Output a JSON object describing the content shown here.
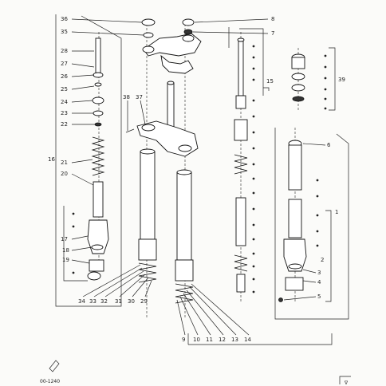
{
  "diagram": {
    "part_numbers_left": [
      "36",
      "35",
      "28",
      "27",
      "26",
      "25",
      "24",
      "23",
      "22",
      "21",
      "20",
      "17",
      "18",
      "19",
      "34",
      "33",
      "32",
      "31",
      "30",
      "29"
    ],
    "part_numbers_center": [
      "38",
      "37",
      "9",
      "10",
      "11",
      "12",
      "13",
      "14"
    ],
    "part_numbers_right": [
      "8",
      "7",
      "15",
      "39",
      "6",
      "1",
      "2",
      "3",
      "4",
      "5"
    ],
    "left_callout": "16",
    "drawing_code": "00-1240",
    "corner_mark": "∇"
  }
}
